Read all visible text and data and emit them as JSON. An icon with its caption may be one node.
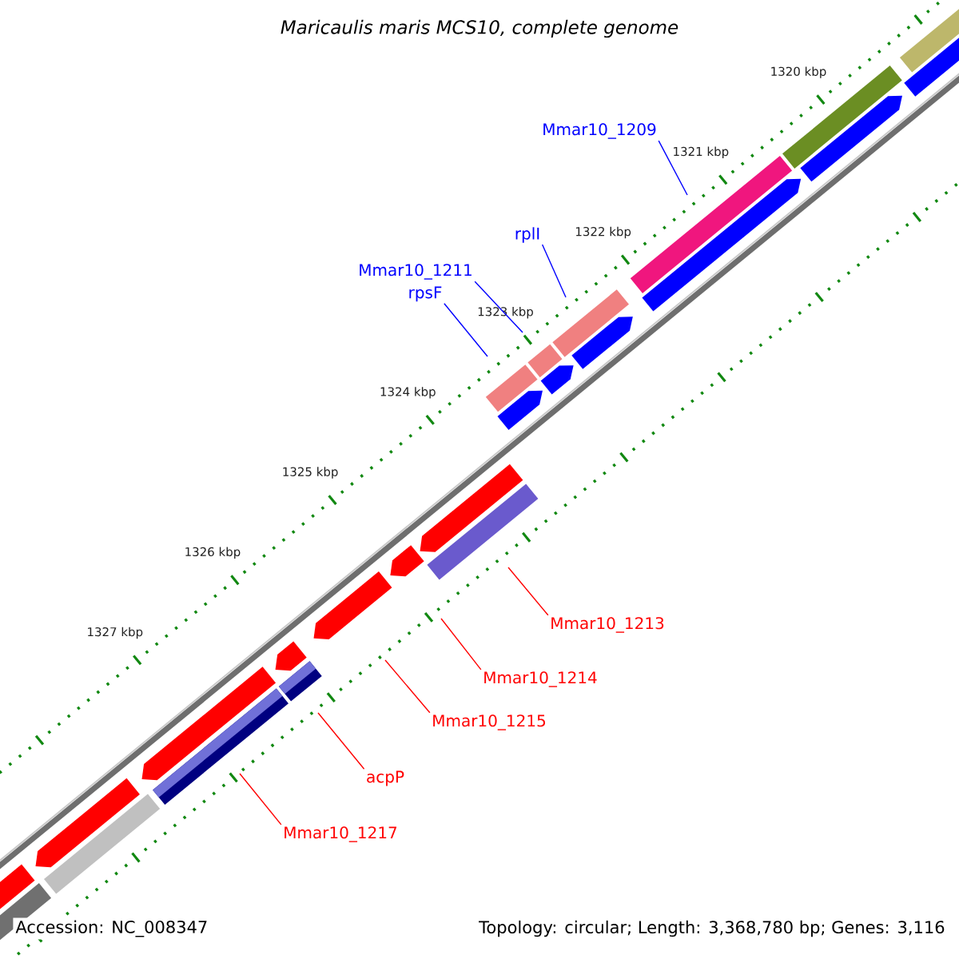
{
  "diagram": {
    "title": "Maricaulis maris MCS10, complete genome",
    "nodes": [
      {
        "text": [
          "Mmar10_1209"
        ]
      },
      {
        "text": [
          "rplI"
        ]
      },
      {
        "text": [
          "Mmar10_1211"
        ]
      },
      {
        "text": [
          "rpsF"
        ]
      },
      {
        "text": [
          "Mmar10_1213"
        ]
      },
      {
        "text": [
          "Mmar10_1214"
        ]
      },
      {
        "text": [
          "Mmar10_1215"
        ]
      },
      {
        "text": [
          "acpP"
        ]
      },
      {
        "text": [
          "Mmar10_1217"
        ]
      }
    ],
    "edges": [
      {
        "from": 0,
        "to": null,
        "arrow": "none",
        "color": "#0000ff"
      },
      {
        "from": 1,
        "to": null,
        "arrow": "none",
        "color": "#0000ff"
      },
      {
        "from": 2,
        "to": null,
        "arrow": "none",
        "color": "#0000ff"
      },
      {
        "from": 3,
        "to": null,
        "arrow": "none",
        "color": "#0000ff"
      },
      {
        "from": 4,
        "to": null,
        "arrow": "none"
      },
      {
        "from": 5,
        "to": null,
        "arrow": "none"
      },
      {
        "from": 6,
        "to": null,
        "arrow": "none"
      },
      {
        "from": 7,
        "to": null,
        "arrow": "none"
      },
      {
        "from": 8,
        "to": null,
        "arrow": "none"
      }
    ],
    "labels": [
      "1320 kbp",
      "1321 kbp",
      "1322 kbp",
      "1323 kbp",
      "1324 kbp",
      "1325 kbp",
      "1326 kbp",
      "1327 kbp",
      "Accession: NC_008347",
      "Topology: circular; Length: 3,368,780 bp; Genes: 3,116"
    ]
  }
}
